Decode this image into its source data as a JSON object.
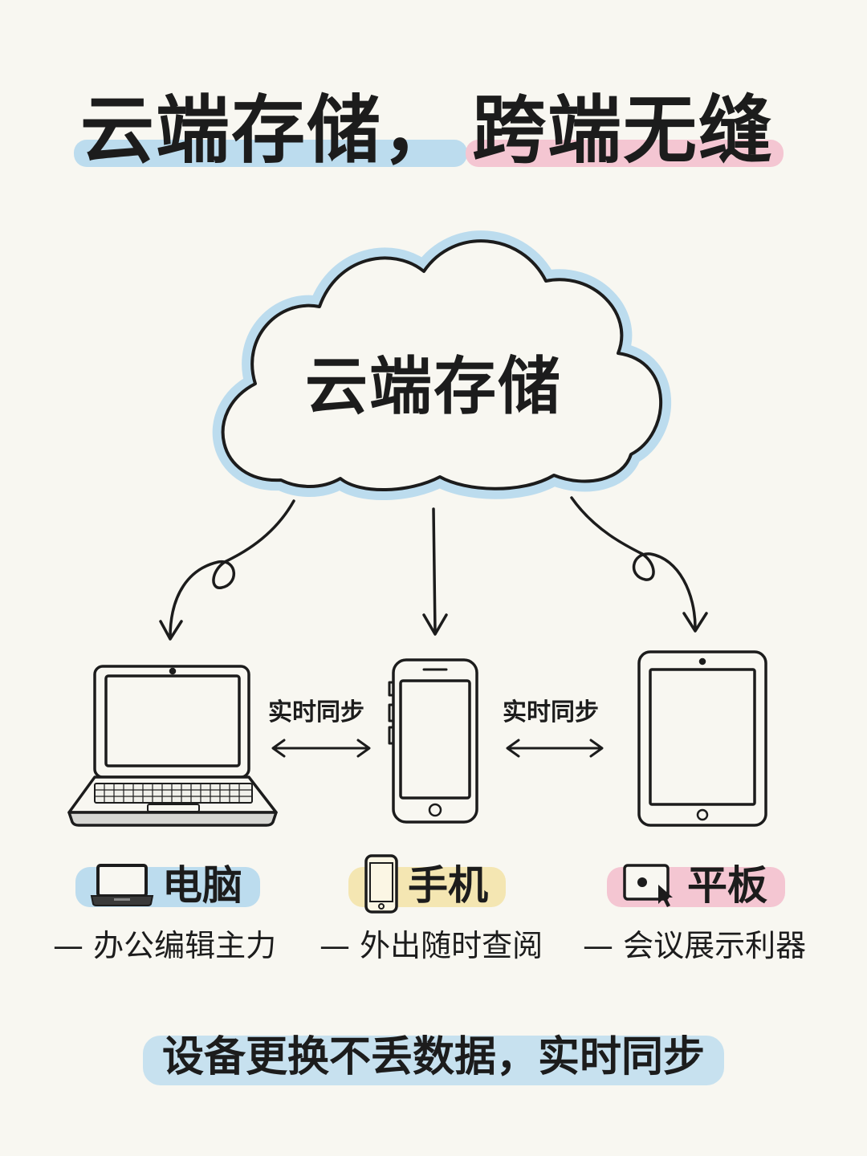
{
  "title": {
    "part1": "云端存储，",
    "part2": "跨端无缝"
  },
  "cloud": {
    "label": "云端存储"
  },
  "sync_labels": [
    "实时同步",
    "实时同步"
  ],
  "devices": [
    {
      "name": "电脑",
      "desc": "— 办公编辑主力",
      "icon": "laptop-icon",
      "highlight": "#bcdcee"
    },
    {
      "name": "手机",
      "desc": "— 外出随时查阅",
      "icon": "phone-icon",
      "highlight": "#f4e6b2"
    },
    {
      "name": "平板",
      "desc": "— 会议展示利器",
      "icon": "tablet-presentation-icon",
      "highlight": "#f4c6d2"
    }
  ],
  "bottom": {
    "text": "设备更换不丢数据，实时同步"
  },
  "colors": {
    "blue": "#bcdcee",
    "pink": "#f4c6d2",
    "yellow": "#f4e6b2",
    "ink": "#1c1c1c",
    "background": "#f8f7f1"
  }
}
